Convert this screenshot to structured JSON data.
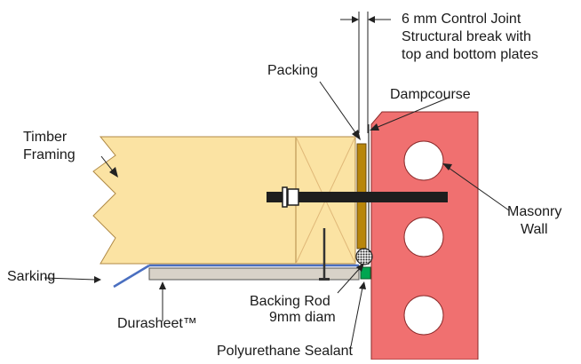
{
  "labels": {
    "control_joint_1": "6 mm Control Joint",
    "control_joint_2": "Structural break with",
    "control_joint_3": "top and bottom plates",
    "packing": "Packing",
    "dampcourse": "Dampcourse",
    "timber_1": "Timber",
    "timber_2": "Framing",
    "masonry_1": "Masonry",
    "masonry_2": "Wall",
    "sarking": "Sarking",
    "backing_rod_1": "Backing Rod",
    "backing_rod_2": "9mm diam",
    "durasheet": "Durasheet™",
    "sealant": "Polyurethane Sealant"
  },
  "colors": {
    "timber": "#fbe3a3",
    "masonry_wall": "#f07070",
    "packing": "#b8860b",
    "sealant": "#00a651",
    "sarking": "#4a6fc0",
    "durasheet": "#d8d2c8",
    "bolt": "#1e1e1e"
  }
}
